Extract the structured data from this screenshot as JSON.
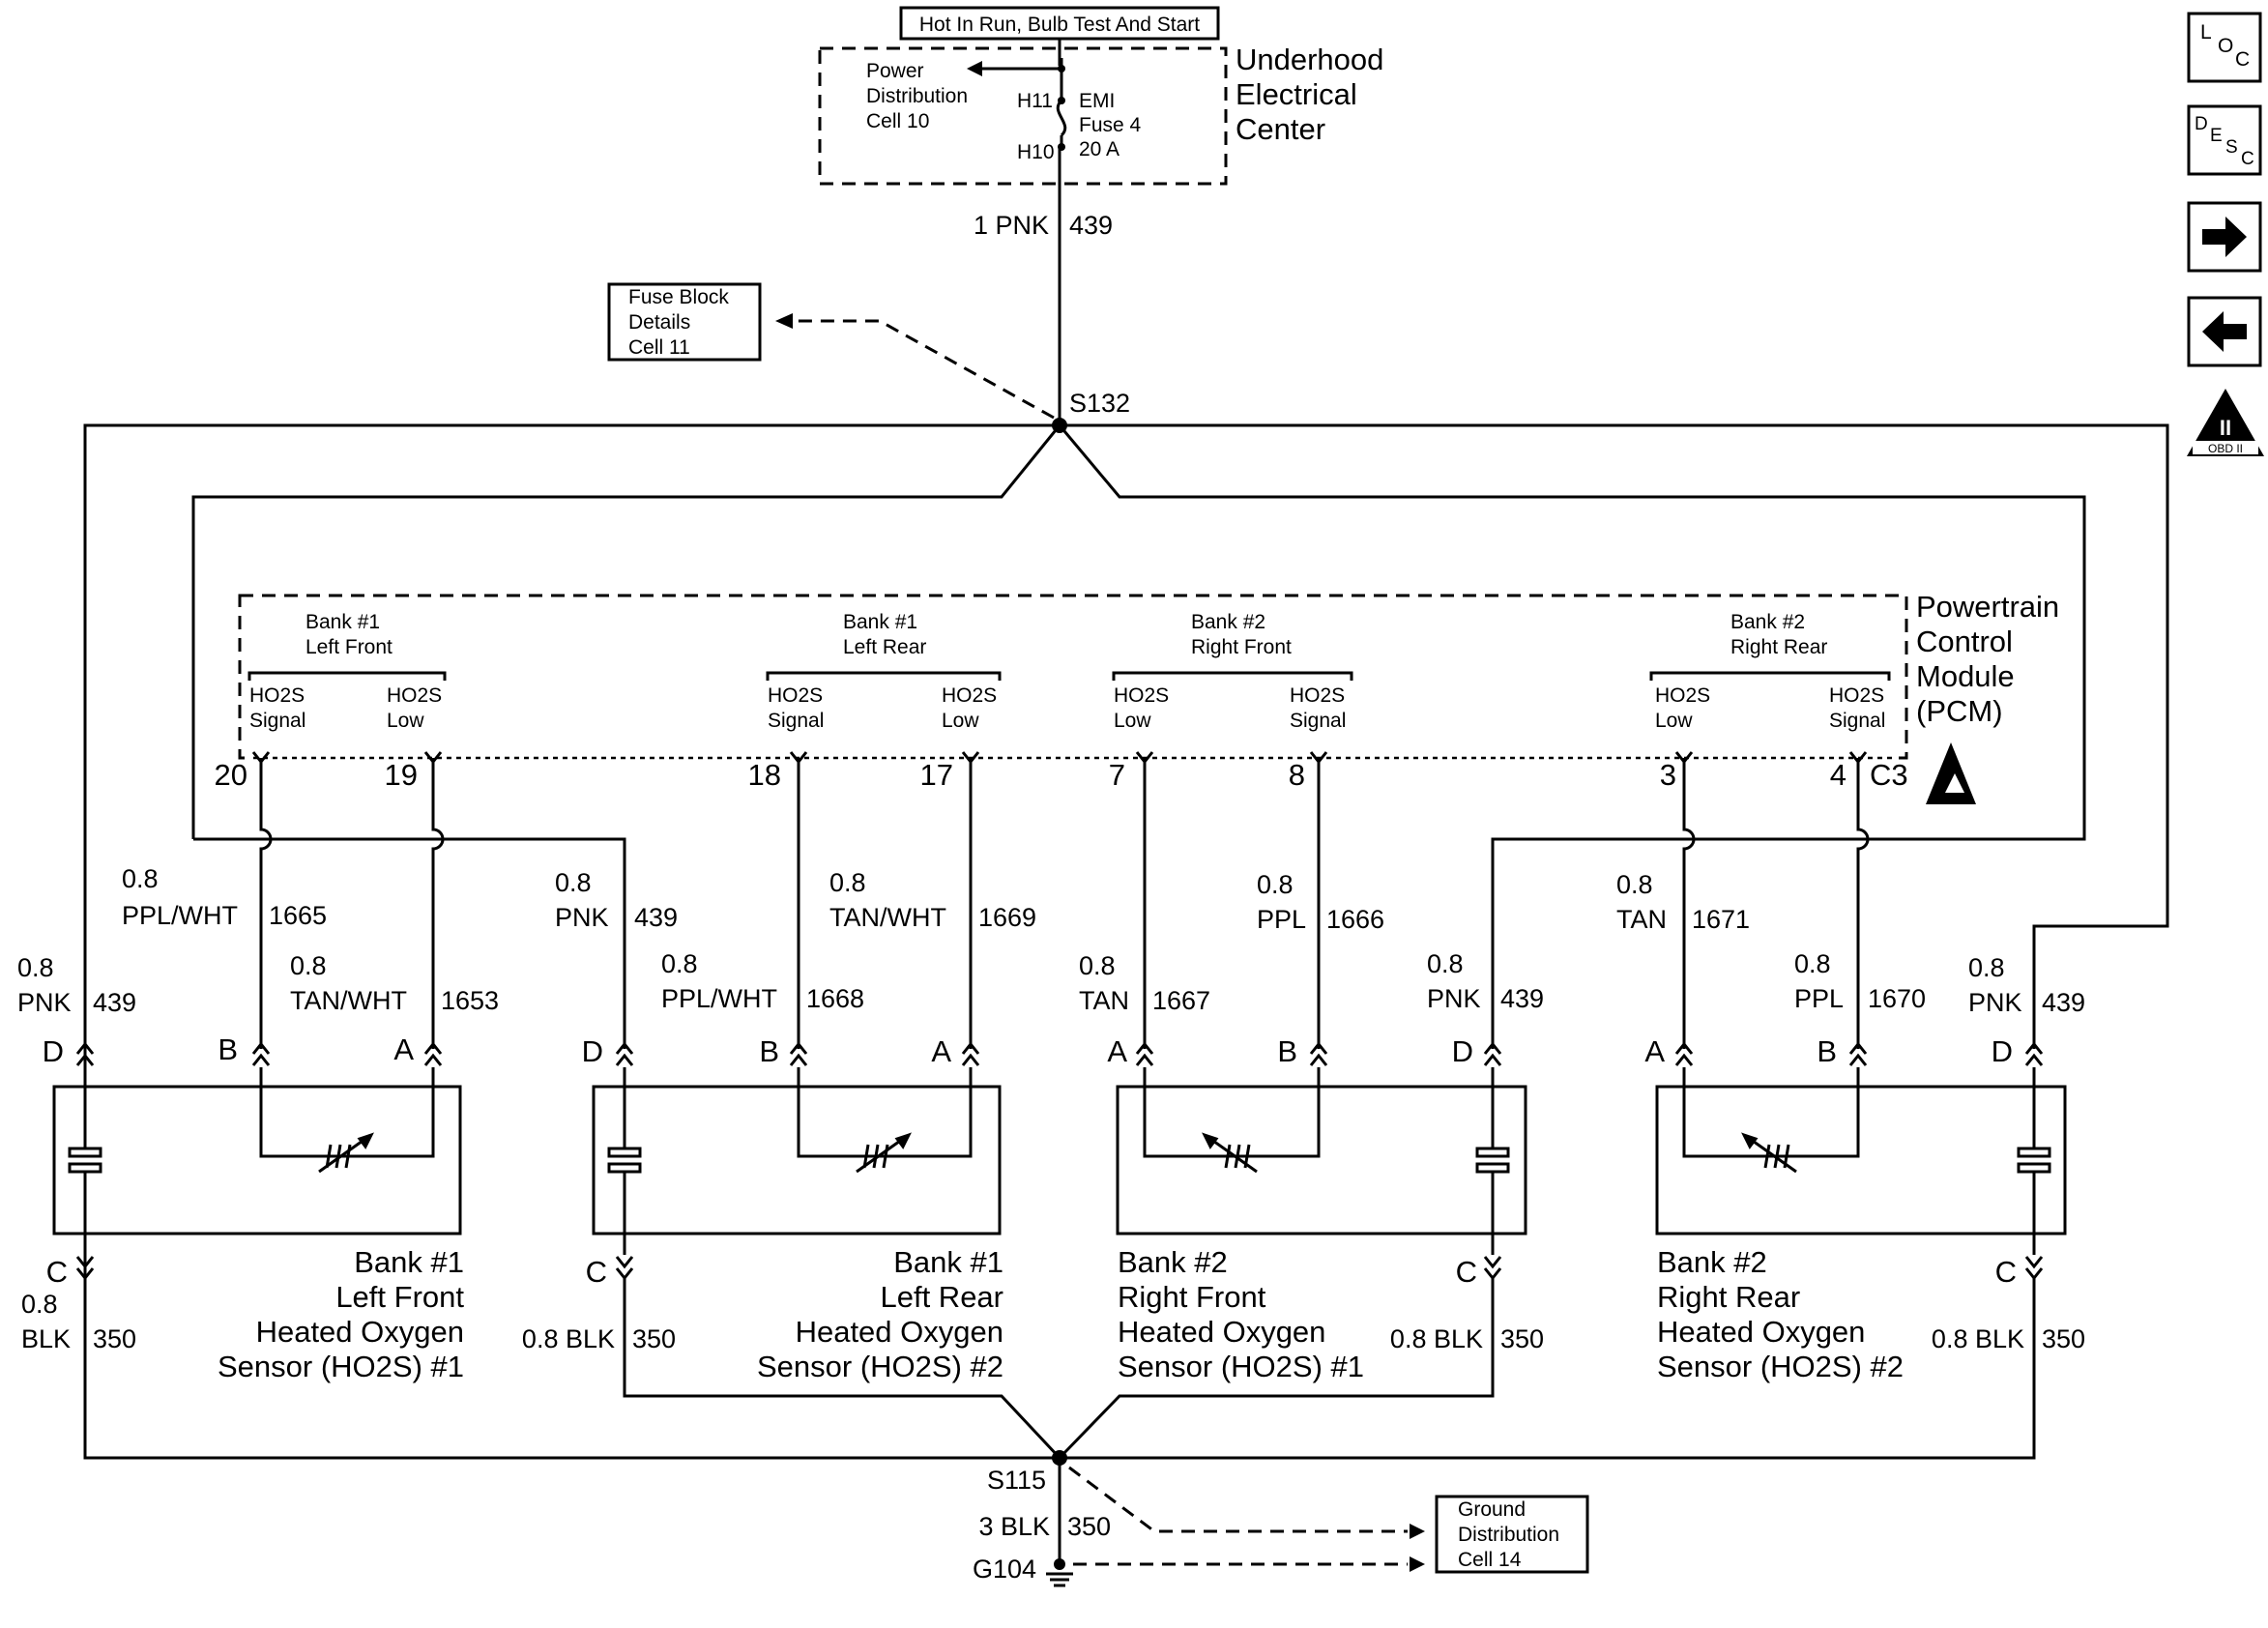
{
  "top_label": "Hot In Run, Bulb Test And Start",
  "uec": {
    "title": [
      "Underhood",
      "Electrical",
      "Center"
    ],
    "pdc": [
      "Power",
      "Distribution",
      "Cell 10"
    ],
    "h11": "H11",
    "h10": "H10",
    "fuse": [
      "EMI",
      "Fuse 4",
      "20 A"
    ]
  },
  "feed_wire": "1 PNK",
  "feed_circuit": "439",
  "fuse_block_ref": [
    "Fuse Block",
    "Details",
    "Cell 11"
  ],
  "s132": "S132",
  "pcm": {
    "title": [
      "Powertrain",
      "Control",
      "Module",
      "(PCM)"
    ],
    "connector": "C3",
    "groups": [
      {
        "name": [
          "Bank #1",
          "Left Front"
        ],
        "left": [
          "HO2S",
          "Signal"
        ],
        "right": [
          "HO2S",
          "Low"
        ]
      },
      {
        "name": [
          "Bank #1",
          "Left Rear"
        ],
        "left": [
          "HO2S",
          "Signal"
        ],
        "right": [
          "HO2S",
          "Low"
        ]
      },
      {
        "name": [
          "Bank #2",
          "Right Front"
        ],
        "left": [
          "HO2S",
          "Low"
        ],
        "right": [
          "HO2S",
          "Signal"
        ]
      },
      {
        "name": [
          "Bank #2",
          "Right Rear"
        ],
        "left": [
          "HO2S",
          "Low"
        ],
        "right": [
          "HO2S",
          "Signal"
        ]
      }
    ],
    "pins": [
      "20",
      "19",
      "18",
      "17",
      "7",
      "8",
      "3",
      "4"
    ]
  },
  "wire_labels": [
    {
      "size": "0.8",
      "color": "PPL/WHT",
      "circuit": "1665"
    },
    {
      "size": "0.8",
      "color": "TAN/WHT",
      "circuit": "1653"
    },
    {
      "size": "0.8",
      "color": "PNK",
      "circuit": "439"
    },
    {
      "size": "0.8",
      "color": "TAN/WHT",
      "circuit": "1669"
    },
    {
      "size": "0.8",
      "color": "PPL/WHT",
      "circuit": "1668"
    },
    {
      "size": "0.8",
      "color": "TAN",
      "circuit": "1667"
    },
    {
      "size": "0.8",
      "color": "PPL",
      "circuit": "1666"
    },
    {
      "size": "0.8",
      "color": "PNK",
      "circuit": "439"
    },
    {
      "size": "0.8",
      "color": "TAN",
      "circuit": "1671"
    },
    {
      "size": "0.8",
      "color": "PPL",
      "circuit": "1670"
    },
    {
      "size": "0.8",
      "color": "PNK",
      "circuit": "439"
    },
    {
      "size": "0.8",
      "color": "PNK",
      "circuit": "439"
    }
  ],
  "sensors": [
    {
      "name": [
        "Bank #1",
        "Left Front",
        "Heated Oxygen",
        "Sensor (HO2S) #1"
      ],
      "pins": [
        "D",
        "B",
        "A",
        "C"
      ]
    },
    {
      "name": [
        "Bank #1",
        "Left Rear",
        "Heated Oxygen",
        "Sensor (HO2S) #2"
      ],
      "pins": [
        "D",
        "B",
        "A",
        "C"
      ]
    },
    {
      "name": [
        "Bank #2",
        "Right Front",
        "Heated Oxygen",
        "Sensor (HO2S) #1"
      ],
      "pins": [
        "A",
        "B",
        "D",
        "C"
      ]
    },
    {
      "name": [
        "Bank #2",
        "Right Rear",
        "Heated Oxygen",
        "Sensor (HO2S) #2"
      ],
      "pins": [
        "A",
        "B",
        "D",
        "C"
      ]
    }
  ],
  "ground_wires": [
    {
      "size": "0.8",
      "color": "BLK",
      "circuit": "350"
    },
    {
      "size": "0.8 BLK",
      "circuit": "350"
    },
    {
      "size": "0.8 BLK",
      "circuit": "350"
    },
    {
      "size": "0.8 BLK",
      "circuit": "350"
    }
  ],
  "s115": "S115",
  "ground_wire": "3 BLK",
  "ground_circuit": "350",
  "g104": "G104",
  "ground_ref": [
    "Ground",
    "Distribution",
    "Cell 14"
  ],
  "nav": {
    "loc": [
      "L",
      "O",
      "C"
    ],
    "desc": [
      "D",
      "E",
      "S",
      "C"
    ],
    "obd": "OBD II",
    "obd_roman": "II"
  }
}
